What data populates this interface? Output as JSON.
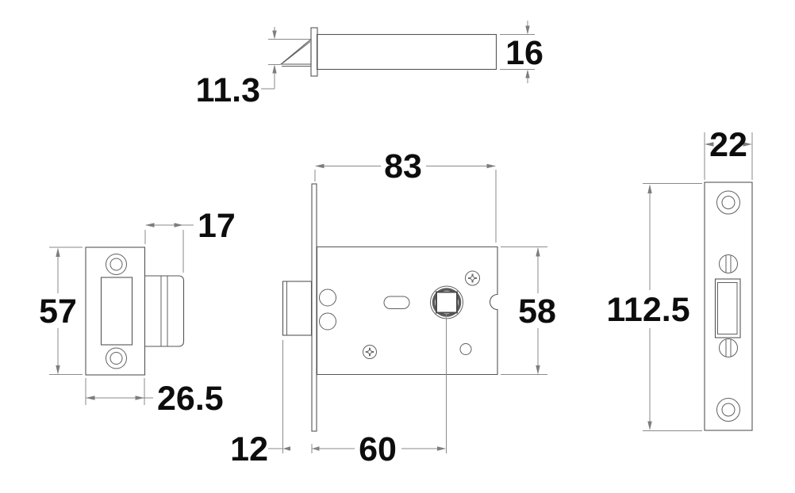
{
  "drawing": {
    "kind": "technical-drawing",
    "subject": "mortice-latch-dimensioned-views"
  },
  "dimensions": {
    "bolt_bevel": "11.3",
    "bolt_thickness": "16",
    "case_length": "83",
    "case_height": "58",
    "bolt_projection": "12",
    "backset": "60",
    "strike_lip_width": "17",
    "strike_height": "57",
    "strike_plate_width": "26.5",
    "faceplate_width": "22",
    "faceplate_height": "112.5"
  },
  "colors": {
    "background": "#ffffff",
    "part_line": "#555555",
    "dimension_line": "#8a8a8a",
    "label_text": "#0d0d0d"
  }
}
